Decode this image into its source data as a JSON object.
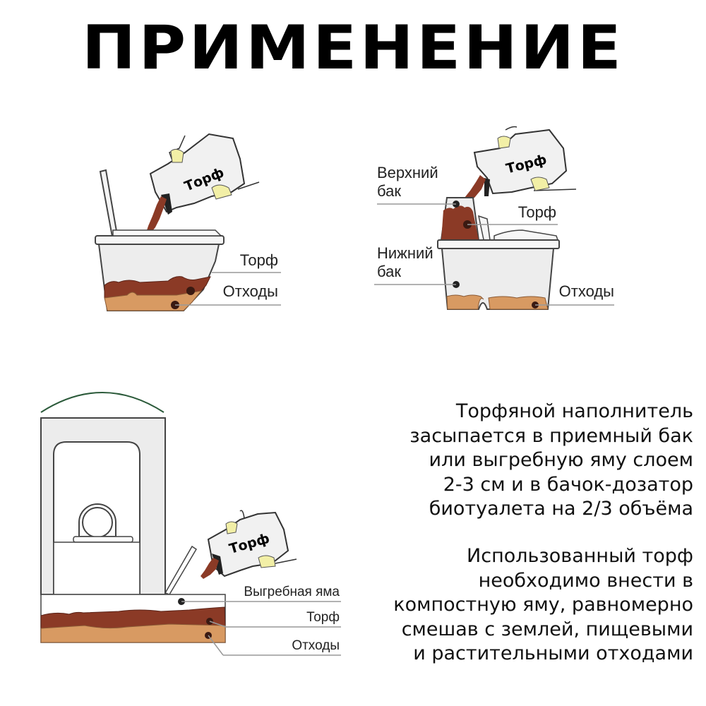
{
  "title": "ПРИМЕНЕНИЕ",
  "colors": {
    "peat": "#8b3a26",
    "waste": "#d89a62",
    "container": "#ededed",
    "glove": "#f2efa6",
    "outline": "#333333"
  },
  "diagrams": {
    "toilet_bucket": {
      "bag_label": "Торф",
      "labels": {
        "peat": "Торф",
        "waste": "Отходы"
      }
    },
    "bio_toilet": {
      "bag_label": "Торф",
      "labels": {
        "upper_tank": "Верхний",
        "upper_tank_2": "бак",
        "peat": "Торф",
        "lower_tank": "Нижний",
        "lower_tank_2": "бак",
        "waste": "Отходы"
      }
    },
    "outhouse": {
      "bag_label": "Торф",
      "labels": {
        "pit": "Выгребная яма",
        "peat": "Торф",
        "waste": "Отходы"
      }
    }
  },
  "paragraphs": [
    {
      "lines": [
        "Торфяной наполнитель",
        "засыпается в приемный бак",
        "или выгребную яму слоем",
        "2-3 см и в бачок-дозатор",
        "биотуалета на 2/3 объёма"
      ]
    },
    {
      "lines": [
        "Использованный торф",
        "необходимо внести в",
        "компостную яму, равномерно",
        "смешав с землей, пищевыми",
        "и растительными отходами"
      ]
    }
  ]
}
